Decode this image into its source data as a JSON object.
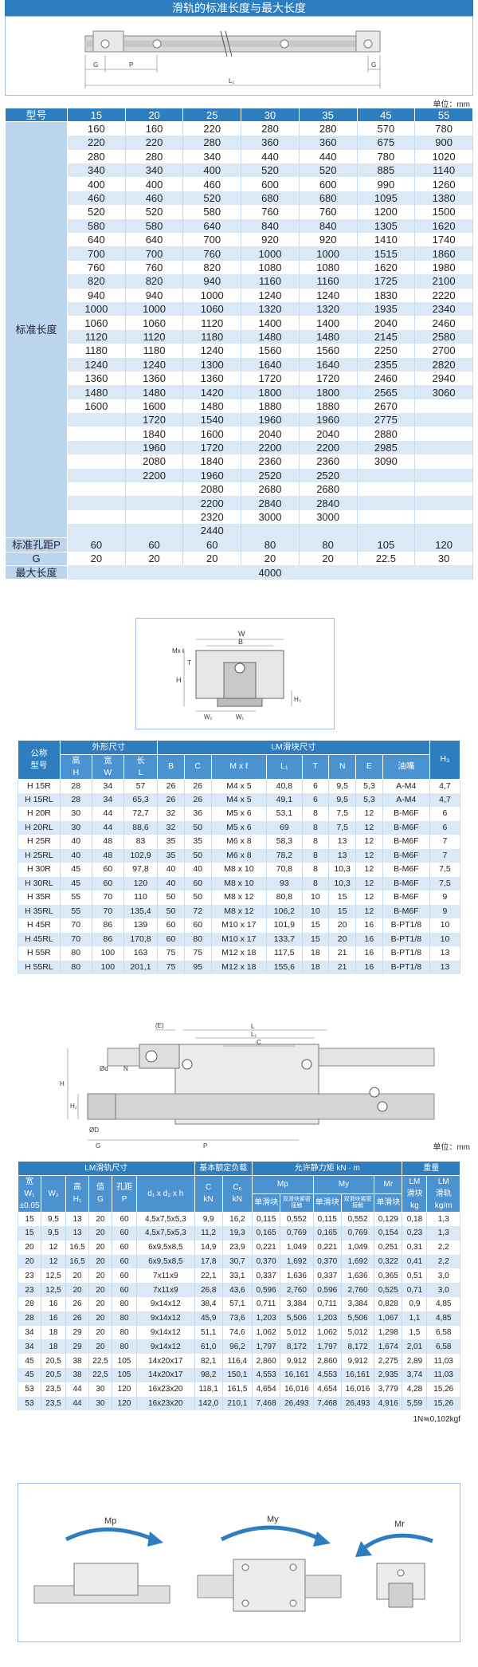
{
  "rail": {
    "title": "滑轨的标准长度与最大长度",
    "dim_labels": {
      "g": "G",
      "p": "P",
      "l1": "L₁"
    },
    "unit": "单位：mm",
    "header_label": "型号",
    "models": [
      "15",
      "20",
      "25",
      "30",
      "35",
      "45",
      "55"
    ],
    "std_label": "标准长度",
    "lengths": [
      [
        "160",
        "160",
        "220",
        "280",
        "280",
        "570",
        "780"
      ],
      [
        "220",
        "220",
        "280",
        "360",
        "360",
        "675",
        "900"
      ],
      [
        "280",
        "280",
        "340",
        "440",
        "440",
        "780",
        "1020"
      ],
      [
        "340",
        "340",
        "400",
        "520",
        "520",
        "885",
        "1140"
      ],
      [
        "400",
        "400",
        "460",
        "600",
        "600",
        "990",
        "1260"
      ],
      [
        "460",
        "460",
        "520",
        "680",
        "680",
        "1095",
        "1380"
      ],
      [
        "520",
        "520",
        "580",
        "760",
        "760",
        "1200",
        "1500"
      ],
      [
        "580",
        "580",
        "640",
        "840",
        "840",
        "1305",
        "1620"
      ],
      [
        "640",
        "640",
        "700",
        "920",
        "920",
        "1410",
        "1740"
      ],
      [
        "700",
        "700",
        "760",
        "1000",
        "1000",
        "1515",
        "1860"
      ],
      [
        "760",
        "760",
        "820",
        "1080",
        "1080",
        "1620",
        "1980"
      ],
      [
        "820",
        "820",
        "940",
        "1160",
        "1160",
        "1725",
        "2100"
      ],
      [
        "940",
        "940",
        "1000",
        "1240",
        "1240",
        "1830",
        "2220"
      ],
      [
        "1000",
        "1000",
        "1060",
        "1320",
        "1320",
        "1935",
        "2340"
      ],
      [
        "1060",
        "1060",
        "1120",
        "1400",
        "1400",
        "2040",
        "2460"
      ],
      [
        "1120",
        "1120",
        "1180",
        "1480",
        "1480",
        "2145",
        "2580"
      ],
      [
        "1180",
        "1180",
        "1240",
        "1560",
        "1560",
        "2250",
        "2700"
      ],
      [
        "1240",
        "1240",
        "1300",
        "1640",
        "1640",
        "2355",
        "2820"
      ],
      [
        "1360",
        "1360",
        "1360",
        "1720",
        "1720",
        "2460",
        "2940"
      ],
      [
        "1480",
        "1480",
        "1420",
        "1800",
        "1800",
        "2565",
        "3060"
      ],
      [
        "1600",
        "1600",
        "1480",
        "1880",
        "1880",
        "2670",
        ""
      ],
      [
        "",
        "1720",
        "1540",
        "1960",
        "1960",
        "2775",
        ""
      ],
      [
        "",
        "1840",
        "1600",
        "2040",
        "2040",
        "2880",
        ""
      ],
      [
        "",
        "1960",
        "1720",
        "2200",
        "2200",
        "2985",
        ""
      ],
      [
        "",
        "2080",
        "1840",
        "2360",
        "2360",
        "3090",
        ""
      ],
      [
        "",
        "2200",
        "1960",
        "2520",
        "2520",
        "",
        ""
      ],
      [
        "",
        "",
        "2080",
        "2680",
        "2680",
        "",
        ""
      ],
      [
        "",
        "",
        "2200",
        "2840",
        "2840",
        "",
        ""
      ],
      [
        "",
        "",
        "2320",
        "3000",
        "3000",
        "",
        ""
      ],
      [
        "",
        "",
        "2440",
        "",
        "",
        "",
        ""
      ]
    ],
    "pitch_label": "标准孔距P",
    "pitch": [
      "60",
      "60",
      "60",
      "80",
      "80",
      "105",
      "120"
    ],
    "g_label": "G",
    "g": [
      "20",
      "20",
      "20",
      "20",
      "20",
      "22.5",
      "30"
    ],
    "max_label": "最大长度",
    "max": "4000"
  },
  "block_diagram": {
    "labels": {
      "w": "W",
      "b": "B",
      "mxl": "Mx ℓ",
      "t": "T",
      "h": "H",
      "h3": "H₃",
      "w2": "W₂",
      "w1": "W₁"
    }
  },
  "block": {
    "h_model": "公称\n型号",
    "h_outer": "外形尺寸",
    "h_lm": "LM滑块尺寸",
    "h_h3": "H₃",
    "sub": [
      "高\nH",
      "宽\nW",
      "长\nL",
      "B",
      "C",
      "M x ℓ",
      "L₁",
      "T",
      "N",
      "E",
      "油嘴"
    ],
    "rows": [
      [
        "H 15R",
        "28",
        "34",
        "57",
        "26",
        "26",
        "M4 x 5",
        "40,8",
        "6",
        "9,5",
        "5,3",
        "A-M4",
        "4,7"
      ],
      [
        "H 15RL",
        "28",
        "34",
        "65,3",
        "26",
        "26",
        "M4 x 5",
        "49,1",
        "6",
        "9,5",
        "5,3",
        "A-M4",
        "4,7"
      ],
      [
        "H 20R",
        "30",
        "44",
        "72,7",
        "32",
        "36",
        "M5 x 6",
        "53,1",
        "8",
        "7,5",
        "12",
        "B-M6F",
        "6"
      ],
      [
        "H 20RL",
        "30",
        "44",
        "88,6",
        "32",
        "50",
        "M5 x 6",
        "69",
        "8",
        "7,5",
        "12",
        "B-M6F",
        "6"
      ],
      [
        "H 25R",
        "40",
        "48",
        "83",
        "35",
        "35",
        "M6 x 8",
        "58,3",
        "8",
        "13",
        "12",
        "B-M6F",
        "7"
      ],
      [
        "H 25RL",
        "40",
        "48",
        "102,9",
        "35",
        "50",
        "M6 x 8",
        "78,2",
        "8",
        "13",
        "12",
        "B-M6F",
        "7"
      ],
      [
        "H 30R",
        "45",
        "60",
        "97,8",
        "40",
        "40",
        "M8 x 10",
        "70,8",
        "8",
        "10,3",
        "12",
        "B-M6F",
        "7,5"
      ],
      [
        "H 30RL",
        "45",
        "60",
        "120",
        "40",
        "60",
        "M8 x 10",
        "93",
        "8",
        "10,3",
        "12",
        "B-M6F",
        "7,5"
      ],
      [
        "H 35R",
        "55",
        "70",
        "110",
        "50",
        "50",
        "M8 x 12",
        "80,8",
        "10",
        "15",
        "12",
        "B-M6F",
        "9"
      ],
      [
        "H 35RL",
        "55",
        "70",
        "135,4",
        "50",
        "72",
        "M8 x 12",
        "106,2",
        "10",
        "15",
        "12",
        "B-M6F",
        "9"
      ],
      [
        "H 45R",
        "70",
        "86",
        "139",
        "60",
        "60",
        "M10 x 17",
        "101,9",
        "15",
        "20",
        "16",
        "B-PT1/8",
        "10"
      ],
      [
        "H 45RL",
        "70",
        "86",
        "170,8",
        "60",
        "80",
        "M10 x 17",
        "133,7",
        "15",
        "20",
        "16",
        "B-PT1/8",
        "10"
      ],
      [
        "H 55R",
        "80",
        "100",
        "163",
        "75",
        "75",
        "M12 x 18",
        "117,5",
        "18",
        "21",
        "16",
        "B-PT1/8",
        "13"
      ],
      [
        "H 55RL",
        "80",
        "100",
        "201,1",
        "75",
        "95",
        "M12 x 18",
        "155,6",
        "18",
        "21",
        "16",
        "B-PT1/8",
        "13"
      ]
    ]
  },
  "side_diagram": {
    "labels": {
      "e": "(E)",
      "l": "L",
      "l1": "L₁",
      "c": "C",
      "d": "Ød",
      "n": "N",
      "h": "H",
      "h1": "H₁",
      "dd": "ØD",
      "g": "G",
      "p": "P"
    }
  },
  "load": {
    "unit": "单位：mm",
    "h_lm": "LM滑轨尺寸",
    "h_rated": "基本额定负载",
    "h_moment": "允许静力矩 kN · m",
    "h_weight": "重量",
    "sub1": [
      "宽\nW₁\n±0.05",
      "W₂",
      "高\nH₁",
      "值\nG",
      "孔距\nP",
      "d₁ x d₂ x h",
      "C\nkN",
      "C₀\nkN"
    ],
    "mp": "Mp",
    "my": "My",
    "mr": "Mr",
    "single": "单滑块",
    "double": "双滑块紧密接触",
    "lm_block": "LM\n滑块\nkg",
    "lm_rail": "LM\n滑轨\nkg/m",
    "rows": [
      [
        "15",
        "9,5",
        "13",
        "20",
        "60",
        "4,5x7,5x5,3",
        "9,9",
        "16,2",
        "0,115",
        "0,552",
        "0,115",
        "0,552",
        "0,129",
        "0,18",
        "1,3"
      ],
      [
        "15",
        "9,5",
        "13",
        "20",
        "60",
        "4,5x7,5x5,3",
        "11,2",
        "19,3",
        "0,165",
        "0,769",
        "0,165",
        "0,769",
        "0,154",
        "0,23",
        "1,3"
      ],
      [
        "20",
        "12",
        "16,5",
        "20",
        "60",
        "6x9,5x8,5",
        "14,9",
        "23,9",
        "0,221",
        "1,049",
        "0,221",
        "1,049",
        "0,251",
        "0,31",
        "2,2"
      ],
      [
        "20",
        "12",
        "16,5",
        "20",
        "60",
        "6x9,5x8,5",
        "17,8",
        "30,7",
        "0,370",
        "1,692",
        "0,370",
        "1,692",
        "0,322",
        "0,41",
        "2,2"
      ],
      [
        "23",
        "12,5",
        "20",
        "20",
        "60",
        "7x11x9",
        "22,1",
        "33,1",
        "0,337",
        "1,636",
        "0,337",
        "1,636",
        "0,365",
        "0,51",
        "3,0"
      ],
      [
        "23",
        "12,5",
        "20",
        "20",
        "60",
        "7x11x9",
        "26,8",
        "43,6",
        "0,596",
        "2,760",
        "0,596",
        "2,760",
        "0,525",
        "0,71",
        "3,0"
      ],
      [
        "28",
        "16",
        "26",
        "20",
        "80",
        "9x14x12",
        "38,4",
        "57,1",
        "0,711",
        "3,384",
        "0,711",
        "3,384",
        "0,828",
        "0,9",
        "4,85"
      ],
      [
        "28",
        "16",
        "26",
        "20",
        "80",
        "9x14x12",
        "45,9",
        "73,6",
        "1,203",
        "5,506",
        "1,203",
        "5,506",
        "1,067",
        "1,1",
        "4,85"
      ],
      [
        "34",
        "18",
        "29",
        "20",
        "80",
        "9x14x12",
        "51,1",
        "74,6",
        "1,062",
        "5,012",
        "1,062",
        "5,012",
        "1,298",
        "1,5",
        "6,58"
      ],
      [
        "34",
        "18",
        "29",
        "20",
        "80",
        "9x14x12",
        "61,0",
        "96,2",
        "1,797",
        "8,172",
        "1,797",
        "8,172",
        "1,674",
        "2,01",
        "6,58"
      ],
      [
        "45",
        "20,5",
        "38",
        "22,5",
        "105",
        "14x20x17",
        "82,1",
        "116,4",
        "2,860",
        "9,912",
        "2,860",
        "9,912",
        "2,275",
        "2,89",
        "11,03"
      ],
      [
        "45",
        "20,5",
        "38",
        "22,5",
        "105",
        "14x20x17",
        "98,2",
        "150,1",
        "4,553",
        "16,161",
        "4,553",
        "16,161",
        "2,935",
        "3,74",
        "11,03"
      ],
      [
        "53",
        "23,5",
        "44",
        "30",
        "120",
        "16x23x20",
        "118,1",
        "161,5",
        "4,654",
        "16,016",
        "4,654",
        "16,016",
        "3,779",
        "4,28",
        "15,26"
      ],
      [
        "53",
        "23,5",
        "44",
        "30",
        "120",
        "16x23x20",
        "142,0",
        "210,1",
        "7,468",
        "26,493",
        "7,468",
        "26,493",
        "4,916",
        "5,59",
        "15,26"
      ]
    ],
    "note": "1N≒0,102kgf"
  },
  "moments": {
    "mp": "Mp",
    "my": "My",
    "mr": "Mr"
  },
  "colors": {
    "primary": "#2d7dbf",
    "light": "#dbe9f6",
    "label": "#bcd5ee"
  }
}
